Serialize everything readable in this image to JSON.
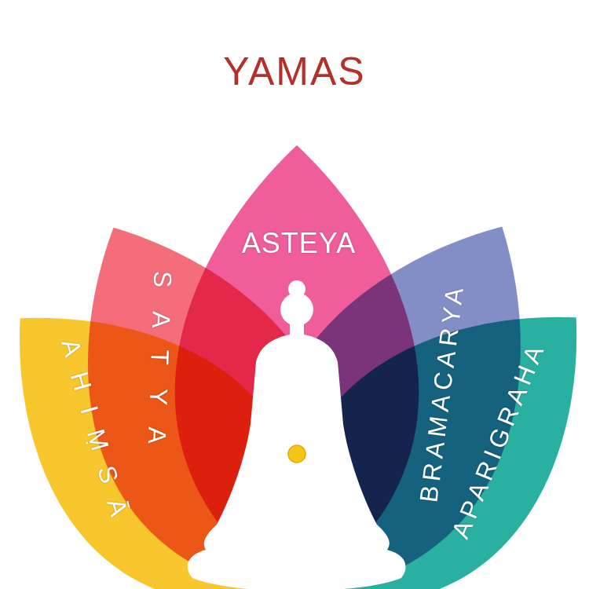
{
  "diagram": {
    "title": "YAMAS",
    "nodes": [
      {
        "text": [
          "AHIṂSĀ"
        ]
      },
      {
        "text": [
          "SATYA"
        ]
      },
      {
        "text": [
          "ASTEYA"
        ]
      },
      {
        "text": [
          "BRAMACARYA"
        ]
      },
      {
        "text": [
          "APARIGRAHA"
        ]
      }
    ]
  }
}
